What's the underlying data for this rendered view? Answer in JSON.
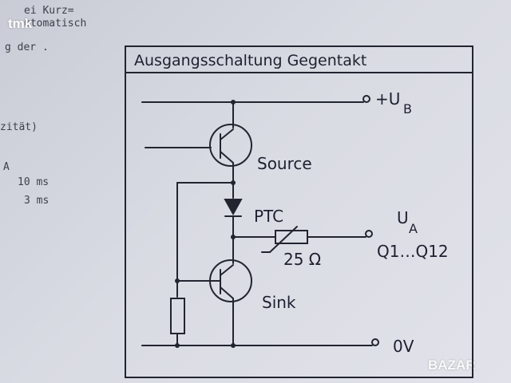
{
  "watermark_top": "tmk",
  "watermark_bottom": "BAZAR",
  "side_text": [
    "ei Kurz=",
    "utomatisch",
    "g der  .",
    "zität)",
    "A",
    "10 ms",
    "3 ms"
  ],
  "diagram": {
    "title": "Ausgangsschaltung Gegentakt",
    "supply_label": "+U",
    "supply_sub": "B",
    "source_label": "Source",
    "ptc_label": "PTC",
    "resistance_label": "25 Ω",
    "output_label": "U",
    "output_sub": "A",
    "output_range": "Q1…Q12",
    "sink_label": "Sink",
    "ground_label": "0V"
  }
}
